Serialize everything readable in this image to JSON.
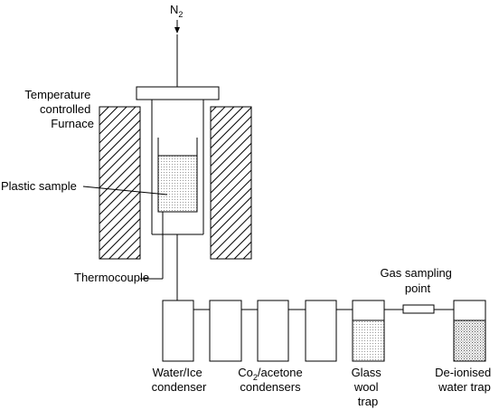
{
  "gas_inlet": {
    "symbol": "N",
    "subscript": "2"
  },
  "labels": {
    "furnace": [
      "Temperature",
      "controlled",
      "Furnace"
    ],
    "plastic_sample": "Plastic sample",
    "thermocouple": "Thermocouple",
    "gas_sampling": [
      "Gas sampling",
      "point"
    ],
    "water_ice": [
      "Water/Ice",
      "condenser"
    ],
    "co2_acetone_prefix": "Co",
    "co2_acetone_sub": "2",
    "co2_acetone_rest": "/acetone",
    "co2_acetone_line2": "condensers",
    "glass_wool": [
      "Glass",
      "wool",
      "trap"
    ],
    "deionised": [
      "De-ionised",
      "water trap"
    ]
  }
}
